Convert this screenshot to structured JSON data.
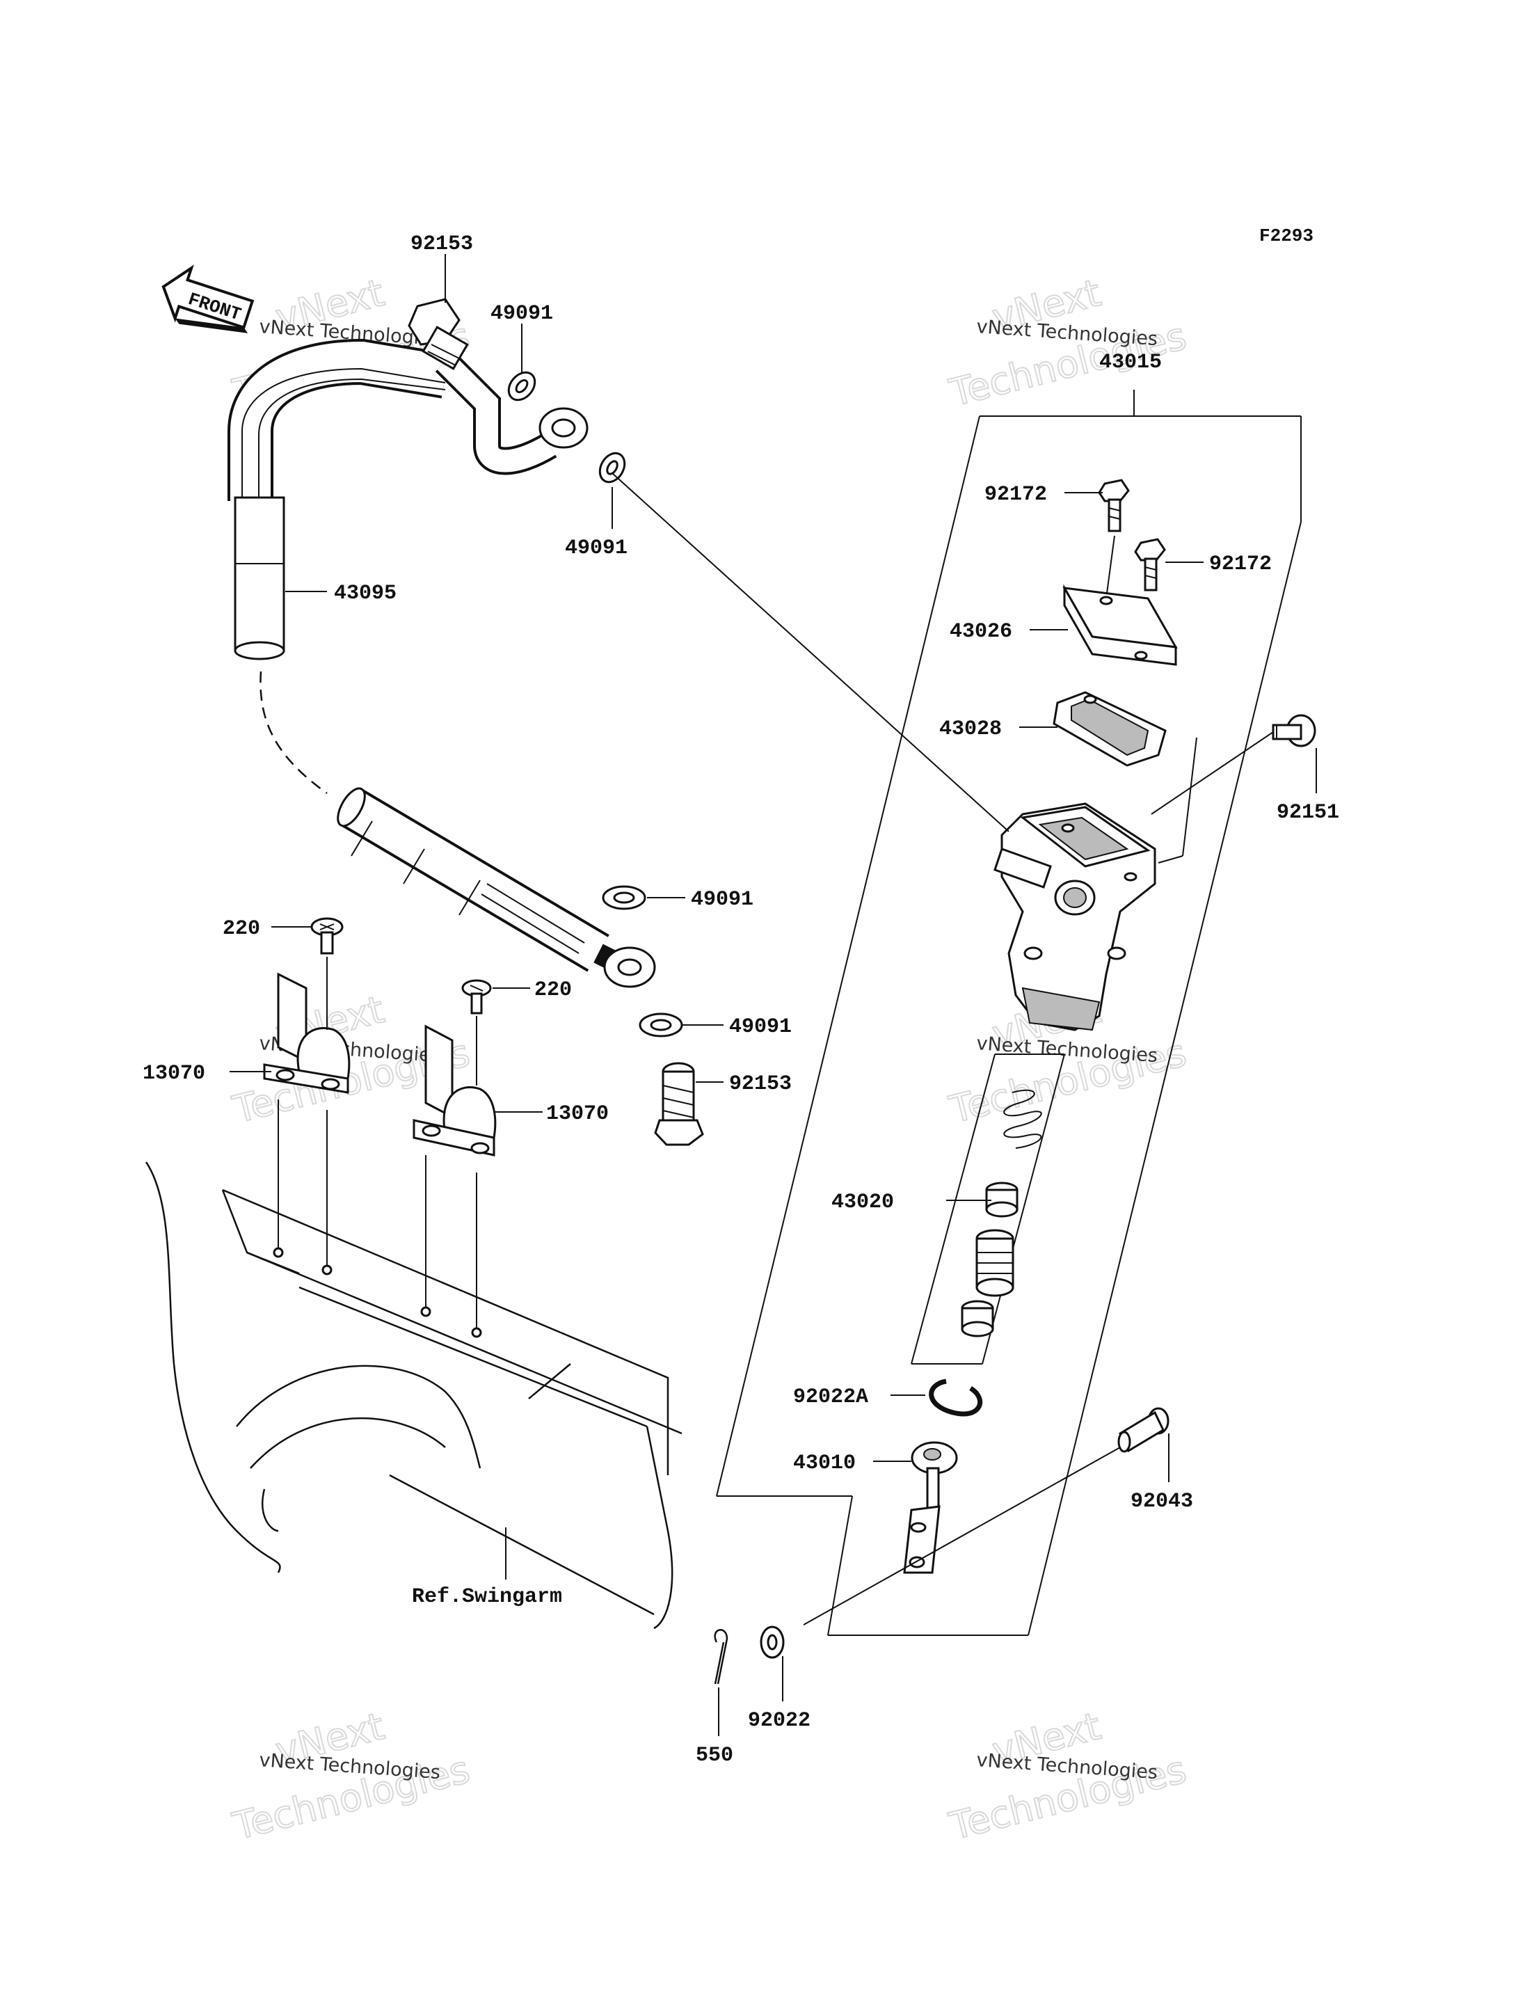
{
  "diagram_code": "F2293",
  "front_label": "FRONT",
  "ref_label": "Ref.Swingarm",
  "watermark": {
    "line1": "vNext Technologies",
    "line2": "vNext",
    "line3": "Technologies"
  },
  "parts": {
    "p92153_top": "92153",
    "p49091_top": "49091",
    "p49091_mid": "49091",
    "p43095": "43095",
    "p49091_a": "49091",
    "p49091_b": "49091",
    "p92153_low": "92153",
    "p220_left": "220",
    "p220_right": "220",
    "p13070_left": "13070",
    "p13070_right": "13070",
    "p43015": "43015",
    "p92172_left": "92172",
    "p92172_right": "92172",
    "p43026": "43026",
    "p43028": "43028",
    "p92151": "92151",
    "p43020": "43020",
    "p92022A": "92022A",
    "p43010": "43010",
    "p92043": "92043",
    "p92022": "92022",
    "p550": "550"
  }
}
